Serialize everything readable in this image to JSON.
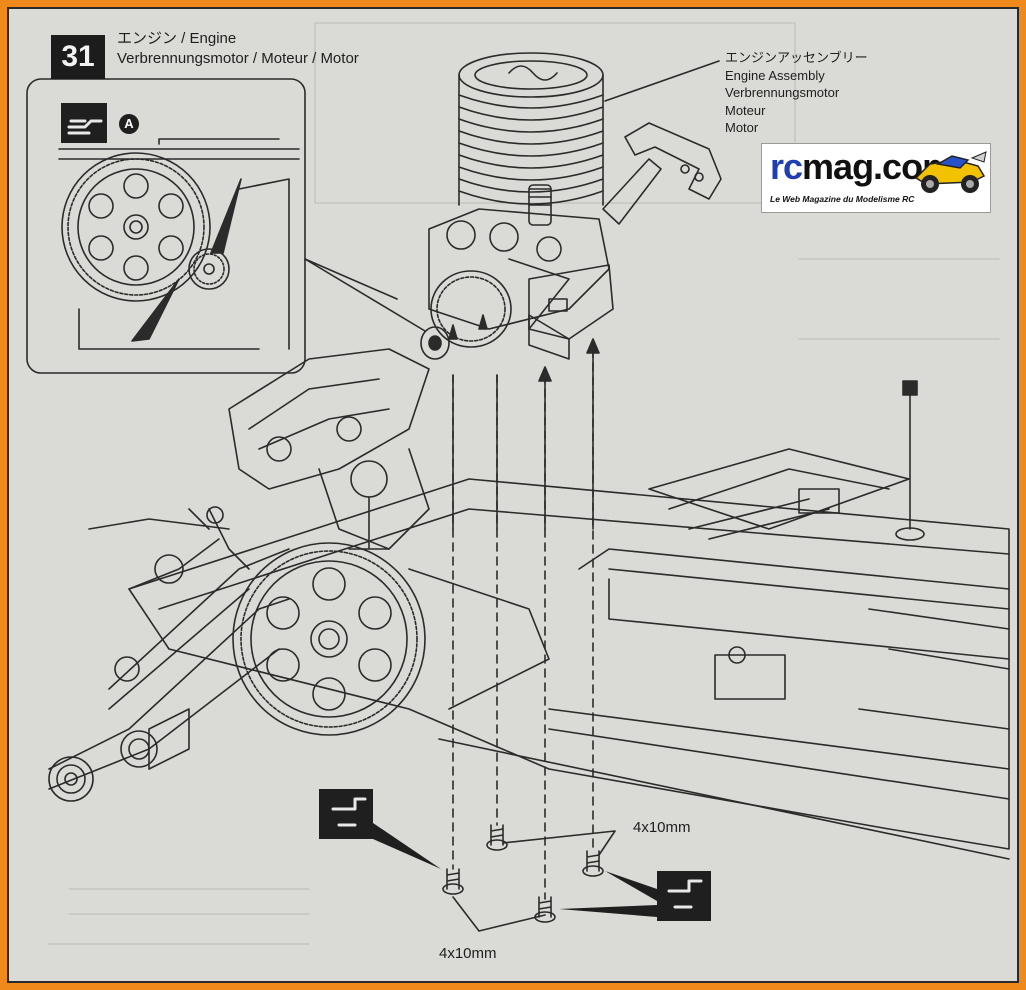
{
  "step": {
    "number": "31",
    "title_ja": "エンジン",
    "title_en": " / Engine",
    "title_multi": "Verbrennungsmotor / Moteur / Motor"
  },
  "callout": {
    "line1": "エンジンアッセンブリー",
    "line2": "Engine Assembly",
    "line3": "Verbrennungsmotor",
    "line4": "Moteur",
    "line5": "Motor"
  },
  "detail": {
    "badge": "A"
  },
  "screws": {
    "label_top": "4x10mm",
    "label_bottom": "4x10mm"
  },
  "logo": {
    "rc": "rc",
    "rest": "mag.com",
    "tagline": "Le Web Magazine du Modelisme RC"
  },
  "colors": {
    "frame": "#f0891c",
    "paper": "#dadbd6",
    "ink": "#1e1e1e",
    "logo_blue": "#1f3fb0"
  }
}
